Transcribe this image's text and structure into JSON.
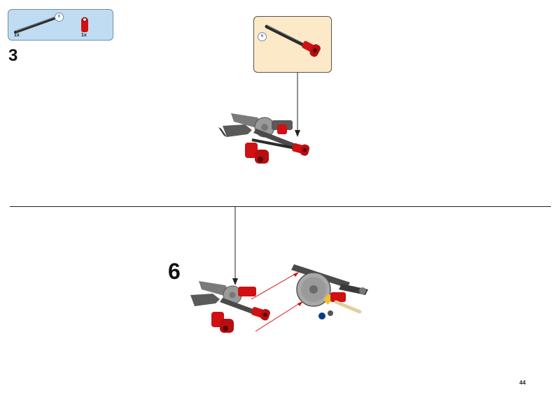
{
  "parts_list": {
    "items": [
      {
        "name": "axle",
        "count": "1x",
        "length_label": "6"
      },
      {
        "name": "red-connector",
        "count": "1x"
      }
    ]
  },
  "step_top": {
    "number": "3",
    "callout_length_label": "6"
  },
  "step_bottom": {
    "number": "6"
  },
  "page_number": "44",
  "colors": {
    "parts_bg": "#bfdcf2",
    "callout_bg": "#fbe9c8",
    "lego_red": "#d01012",
    "lego_dark_gray": "#4a4a4a",
    "lego_light_gray": "#9a9a9a",
    "lego_blue": "#0a3a8a",
    "lego_tan": "#e4cd9e",
    "guide_arrow": "#d01012"
  }
}
